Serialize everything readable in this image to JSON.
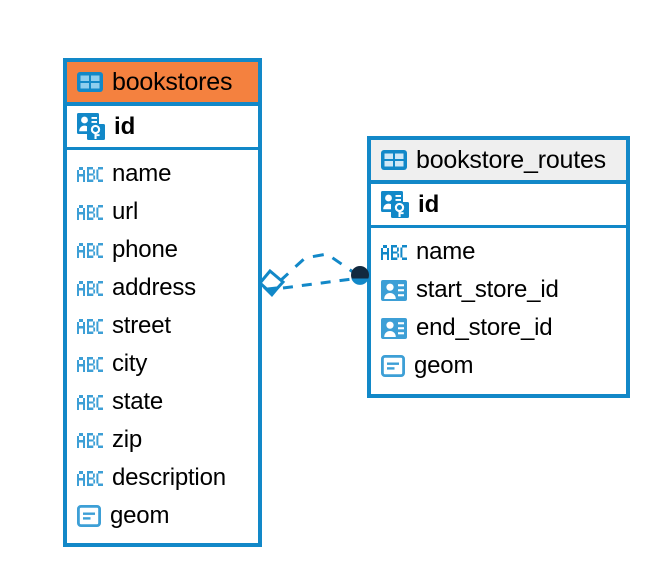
{
  "diagram": {
    "type": "entity-relationship-diagram",
    "background": "#ffffff",
    "colors": {
      "border": "#1288c8",
      "icon_blue": "#1288c8",
      "icon_blue_light": "#4aa8dd",
      "header_accent_orange": "#f4813f",
      "header_accent_gray": "#efefef",
      "text": "#000000",
      "connector": "#1288c8",
      "connector_endpoint_dark": "#0d2b45"
    },
    "entities": [
      {
        "name": "bookstores",
        "header_accent": "orange",
        "table_icon": "table-icon",
        "primary_key": {
          "label": "id",
          "icon": "primary-key-icon"
        },
        "fields": [
          {
            "label": "name",
            "icon": "abc-text-icon"
          },
          {
            "label": "url",
            "icon": "abc-text-icon"
          },
          {
            "label": "phone",
            "icon": "abc-text-icon"
          },
          {
            "label": "address",
            "icon": "abc-text-icon"
          },
          {
            "label": "street",
            "icon": "abc-text-icon"
          },
          {
            "label": "city",
            "icon": "abc-text-icon"
          },
          {
            "label": "state",
            "icon": "abc-text-icon"
          },
          {
            "label": "zip",
            "icon": "abc-text-icon"
          },
          {
            "label": "description",
            "icon": "abc-text-icon"
          },
          {
            "label": "geom",
            "icon": "geometry-icon"
          }
        ]
      },
      {
        "name": "bookstore_routes",
        "header_accent": "gray",
        "table_icon": "table-icon",
        "primary_key": {
          "label": "id",
          "icon": "primary-key-icon"
        },
        "fields": [
          {
            "label": "name",
            "icon": "abc-text-icon"
          },
          {
            "label": "start_store_id",
            "icon": "foreign-key-icon"
          },
          {
            "label": "end_store_id",
            "icon": "foreign-key-icon"
          },
          {
            "label": "geom",
            "icon": "geometry-icon"
          }
        ]
      }
    ],
    "relationship": {
      "from_entity": "bookstores",
      "to_entity": "bookstore_routes",
      "line_style": "dashed",
      "source_endpoint": "diamond-marker",
      "target_endpoint": "filled-circle-marker"
    }
  }
}
